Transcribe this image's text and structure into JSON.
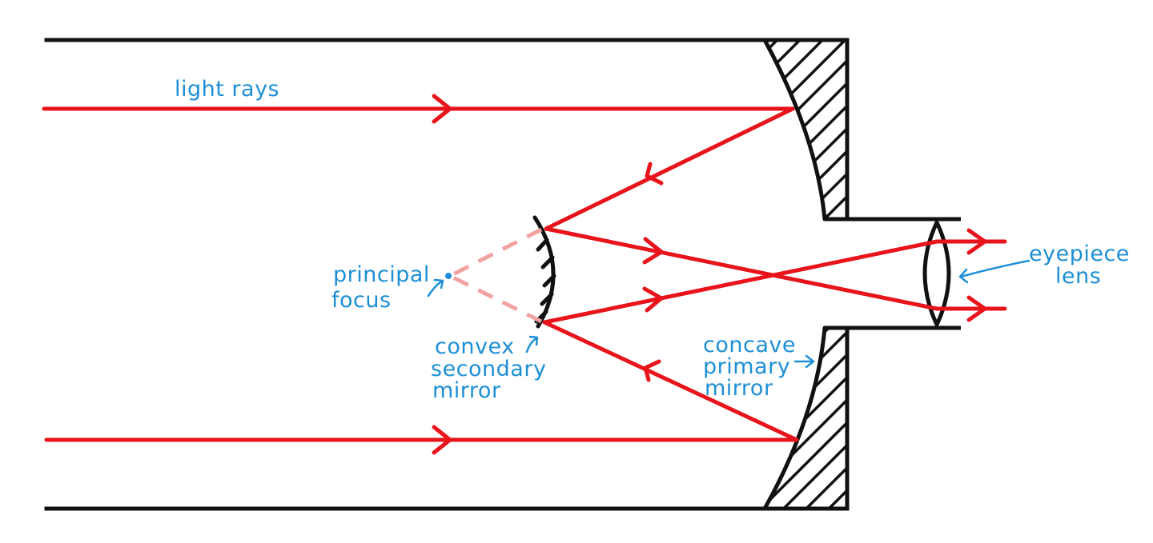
{
  "colors": {
    "ray": "#e8141b",
    "ray_dashed": "#f3a2a2",
    "label": "#1e8fd6",
    "structure": "#111111",
    "background": "#ffffff"
  },
  "labels": {
    "light_rays": "light rays",
    "principal_focus_line1": "principal",
    "principal_focus_line2": "focus",
    "convex_line1": "convex",
    "convex_line2": "secondary",
    "convex_line3": "mirror",
    "concave_line1": "concave",
    "concave_line2": "primary",
    "concave_line3": "mirror",
    "eyepiece_line1": "eyepiece",
    "eyepiece_line2": "lens"
  }
}
